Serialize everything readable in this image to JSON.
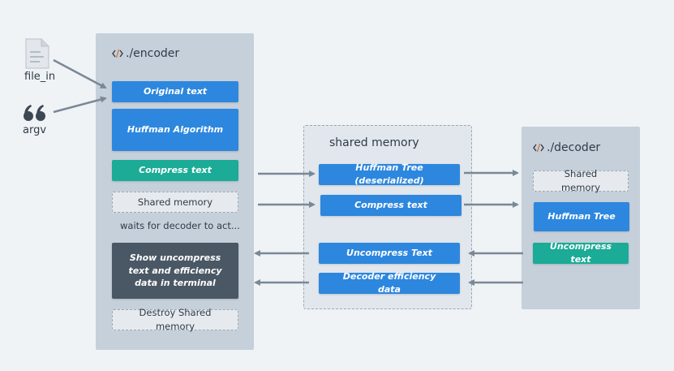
{
  "inputs": {
    "file_label": "file_in",
    "argv_label": "argv"
  },
  "encoder": {
    "title": "./encoder",
    "original_text": "Original text",
    "huffman_algorithm": "Huffman Algorithm",
    "compress_text": "Compress text",
    "shared_memory": "Shared memory",
    "waits_text": "waits for decoder to act...",
    "show_uncompress": "Show uncompress text and efficiency data in terminal",
    "destroy_shared": "Destroy Shared memory"
  },
  "shared": {
    "title": "shared memory",
    "huffman_tree": "Huffman Tree (deserialized)",
    "compress_text": "Compress text",
    "uncompress_text": "Uncompress Text",
    "efficiency_data": "Decoder efficiency data"
  },
  "decoder": {
    "title": "./decoder",
    "shared_memory": "Shared memory",
    "huffman_tree": "Huffman Tree",
    "uncompress_text": "Uncompress text"
  },
  "icons": {
    "file": "file-icon",
    "quote": "quote-icon",
    "code": "code-icon"
  },
  "colors": {
    "blue": "#2d87de",
    "teal": "#1bab96",
    "dark": "#4a5865",
    "arrow": "#7a8896",
    "panel": "#c5d0da"
  }
}
